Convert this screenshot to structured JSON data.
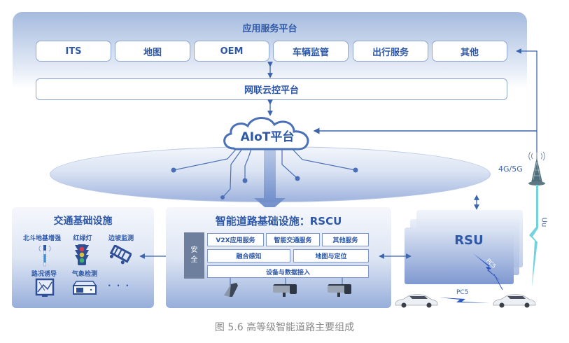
{
  "application_platform": {
    "title": "应用服务平台",
    "services": [
      "ITS",
      "地图",
      "OEM",
      "车辆监管",
      "出行服务",
      "其他"
    ]
  },
  "cloud_control_platform": {
    "label": "网联云控平台"
  },
  "aiot_platform": {
    "label": "AIoT平台"
  },
  "network": {
    "cellular_label": "4G/5G",
    "uu_label": "Uu",
    "pc5_label_rsu": "PC5",
    "pc5_label_v2v": "PC5"
  },
  "traffic_infrastructure": {
    "title": "交通基础设施",
    "items": [
      {
        "label": "北斗地基增强",
        "icon": "antenna-icon"
      },
      {
        "label": "红绿灯",
        "icon": "traffic-light-icon"
      },
      {
        "label": "边坡监测",
        "icon": "slope-monitor-icon"
      },
      {
        "label": "路况诱导",
        "icon": "road-guidance-icon"
      },
      {
        "label": "气象检测",
        "icon": "weather-station-icon"
      },
      {
        "label": "· · ·",
        "icon": "more-icon"
      }
    ]
  },
  "rscu": {
    "title": "智能道路基础设施：RSCU",
    "security": [
      "安",
      "全"
    ],
    "row1": [
      "V2X应用服务",
      "智能交通服务",
      "其他服务"
    ],
    "row2": [
      "融合感知",
      "地图与定位"
    ],
    "row3": "设备与数据接入",
    "devices": [
      "radar-icon",
      "camera-icon",
      "camera-icon"
    ]
  },
  "rsu": {
    "label": "RSU"
  },
  "caption": "图 5.6 高等级智能道路主要组成",
  "colors": {
    "accent": "#2e58a6",
    "line": "#3c64ad",
    "uu_link": "#6fd0e0",
    "security": "#6e7f9e"
  }
}
